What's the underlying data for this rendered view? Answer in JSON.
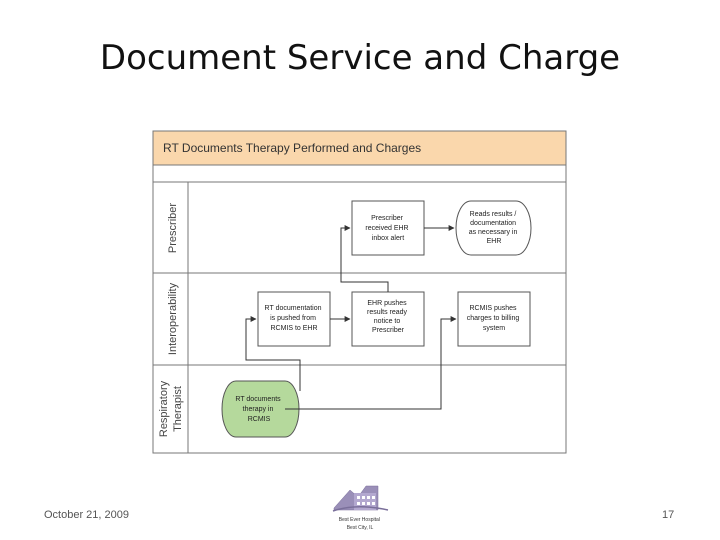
{
  "slide": {
    "title": "Document Service and Charge",
    "date": "October 21, 2009",
    "page_number": "17"
  },
  "diagram": {
    "header": "RT Documents Therapy Performed and Charges",
    "lanes": [
      {
        "label": "Prescriber"
      },
      {
        "label": "Interoperability"
      },
      {
        "label_line1": "Respiratory",
        "label_line2": "Therapist"
      }
    ],
    "nodes": {
      "rt_documents": [
        "RT documents",
        "therapy in",
        "RCMIS"
      ],
      "rt_doc_pushed": [
        "RT documentation",
        "is pushed from",
        "RCMIS to EHR"
      ],
      "ehr_pushes": [
        "EHR pushes",
        "results ready",
        "notice to",
        "Prescriber"
      ],
      "rcmis_pushes": [
        "RCMIS pushes",
        "charges to billing",
        "system"
      ],
      "prescriber_alert": [
        "Prescriber",
        "received EHR",
        "inbox alert"
      ],
      "reads_results": [
        "Reads results /",
        "documentation",
        "as necessary in",
        "EHR"
      ]
    },
    "colors": {
      "header_fill": "#fad7ac",
      "start_fill": "#b5d99c",
      "border": "#555555"
    }
  },
  "logo": {
    "line1": "Best Ever Hospital",
    "line2": "Best City, IL"
  }
}
